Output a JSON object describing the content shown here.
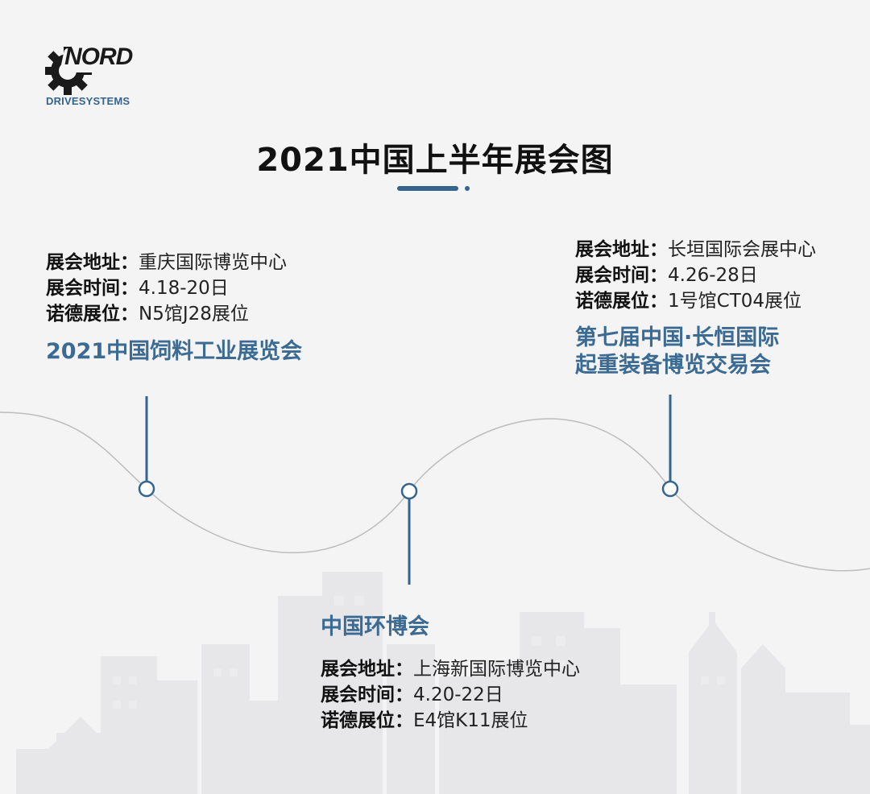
{
  "logo": {
    "brand": "NORD",
    "sub": "DRIVESYSTEMS"
  },
  "title": "2021中国上半年展会图",
  "colors": {
    "accent": "#35648f",
    "event_title": "#3b6a92",
    "background": "#f4f4f5",
    "skyline": "#e6e6e8"
  },
  "events": [
    {
      "name": "2021中国饲料工业展览会",
      "rows": [
        {
          "label": "展会地址：",
          "value": "重庆国际博览中心"
        },
        {
          "label": "展会时间：",
          "value": "4.18-20日"
        },
        {
          "label": "诺德展位：",
          "value": "N5馆J28展位"
        }
      ]
    },
    {
      "name": "中国环博会",
      "rows": [
        {
          "label": "展会地址：",
          "value": "上海新国际博览中心"
        },
        {
          "label": "展会时间：",
          "value": "4.20-22日"
        },
        {
          "label": "诺德展位：",
          "value": "E4馆K11展位"
        }
      ]
    },
    {
      "name_lines": [
        "第七届中国·长恒国际",
        "起重装备博览交易会"
      ],
      "rows": [
        {
          "label": "展会地址：",
          "value": "长垣国际会展中心"
        },
        {
          "label": "展会时间：",
          "value": "4.26-28日"
        },
        {
          "label": "诺德展位：",
          "value": "1号馆CT04展位"
        }
      ]
    }
  ]
}
